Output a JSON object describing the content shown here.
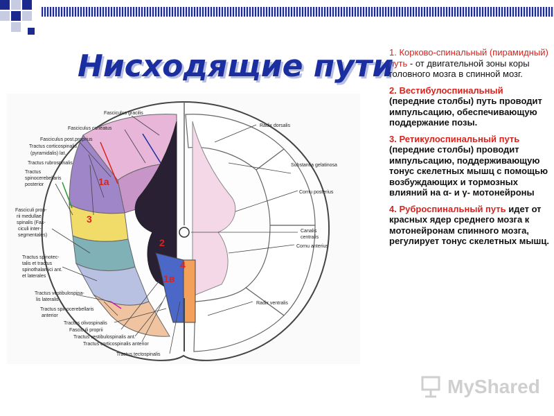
{
  "title": "Нисходящие пути",
  "paragraphs": [
    {
      "red": "1. Корково-спинальный (пирамидный) путь",
      "rest": " - от двигательной зоны коры головного мозга в спинной мозг."
    },
    {
      "red": "2. Вестибулоспинальный",
      "rest": " (передние столбы) путь проводит импульсацию, обеспечивающую поддержание позы."
    },
    {
      "red": "3. Ретикулоспинальный путь",
      "rest": " (передние столбы) проводит импульсацию, поддерживающую тонус скелетных мышц с помощью возбуждающих и тормозных влияний на α- и γ- мотонейроны"
    },
    {
      "red": "4. Руброспинальный путь",
      "rest": " идет от красных ядер среднего мозга к мотонейронам спинного мозга, регулирует тонус скелетных мышц."
    }
  ],
  "figure": {
    "labels_left": [
      "Fasciculus gracilis",
      "Fasciculus cuneatus",
      "Fasciculus post.proprius",
      "Tractus corticospinalis",
      "(pyramidalis) lat.",
      "Tractus rubrospinalis",
      "Tractus",
      "spinocerebellaris",
      "posterior",
      "Fasciculi prop-",
      "rii medullae",
      "spinalis (Fas-",
      "ciculi inter-",
      "segmentales)",
      "Tractus spinotec-",
      "talis et tractus",
      "spinothalamici ant.",
      "et laterales",
      "Tractus vestibulospina-",
      "lis lateralis",
      "Tractus spinocerebellaris",
      "anterior",
      "Tractus olivospinalis",
      "Fasciculi proprii",
      "Tractus vestibulospinalis ant.",
      "Tractus corticospinalis anterior",
      "Tractus tectospinalis"
    ],
    "labels_right": [
      "Radix dorsalis",
      "Substantia gelatinosa",
      "Cornu posterius",
      "Canalis",
      "centralis",
      "Cornu anterius",
      "Radix ventralis"
    ],
    "numbers": [
      "1а",
      "3",
      "2",
      "4",
      "1в"
    ]
  },
  "watermark": "MyShared"
}
